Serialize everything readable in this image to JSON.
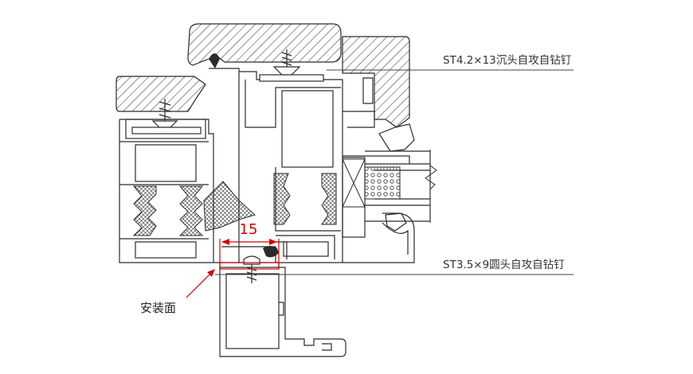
{
  "annotations": {
    "upper_screw": "ST4.2×13沉头自攻自钻钉",
    "lower_screw": "ST3.5×9圆头自攻自钻钉",
    "mounting_surface": "安装面",
    "dimension": "15"
  },
  "colors": {
    "outline": "#2b2b2b",
    "dimension": "#d40000",
    "leader": "#444444",
    "annotation_text": "#333333",
    "background": "#ffffff"
  }
}
